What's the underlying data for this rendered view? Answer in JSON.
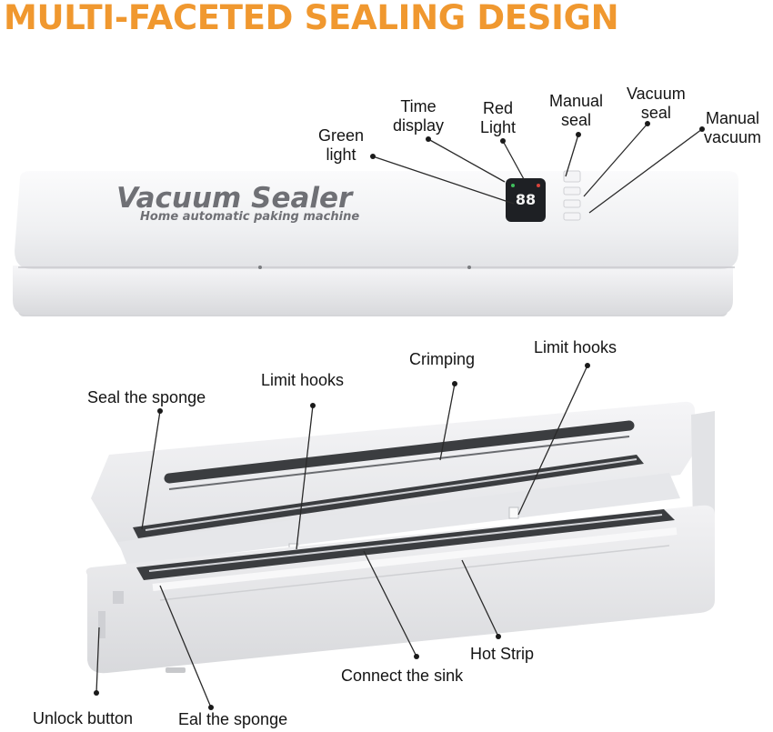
{
  "headline": "MULTI-FACETED SEALING DESIGN",
  "colors": {
    "headline": "#f0982f",
    "body": "#eeeff2",
    "gasket": "#3b3d40",
    "text": "#141414"
  },
  "device": {
    "brand": "Vacuum Sealer",
    "tagline": "Home automatic paking machine",
    "display_digits": "88"
  },
  "top_callouts": {
    "green_light": [
      "Green",
      "light"
    ],
    "time_display": [
      "Time",
      "display"
    ],
    "red_light": [
      "Red",
      "Light"
    ],
    "manual_seal": [
      "Manual",
      "seal"
    ],
    "vacuum_seal": [
      "Vacuum",
      "seal"
    ],
    "manual_vacuum": [
      "Manual",
      "vacuum"
    ]
  },
  "bottom_callouts": {
    "seal_the_sponge": "Seal the sponge",
    "limit_hooks_left": "Limit hooks",
    "crimping": "Crimping",
    "limit_hooks_right": "Limit hooks",
    "hot_strip": "Hot Strip",
    "connect_the_sink": "Connect the sink",
    "unlock_button": "Unlock button",
    "eal_the_sponge": "Eal the sponge"
  }
}
